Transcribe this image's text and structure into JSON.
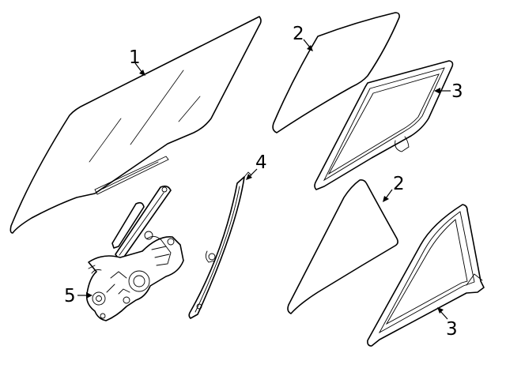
{
  "callouts": [
    {
      "id": "c1",
      "label": "1"
    },
    {
      "id": "c2a",
      "label": "2"
    },
    {
      "id": "c3a",
      "label": "3"
    },
    {
      "id": "c4",
      "label": "4"
    },
    {
      "id": "c2b",
      "label": "2"
    },
    {
      "id": "c5",
      "label": "5"
    },
    {
      "id": "c3b",
      "label": "3"
    }
  ]
}
